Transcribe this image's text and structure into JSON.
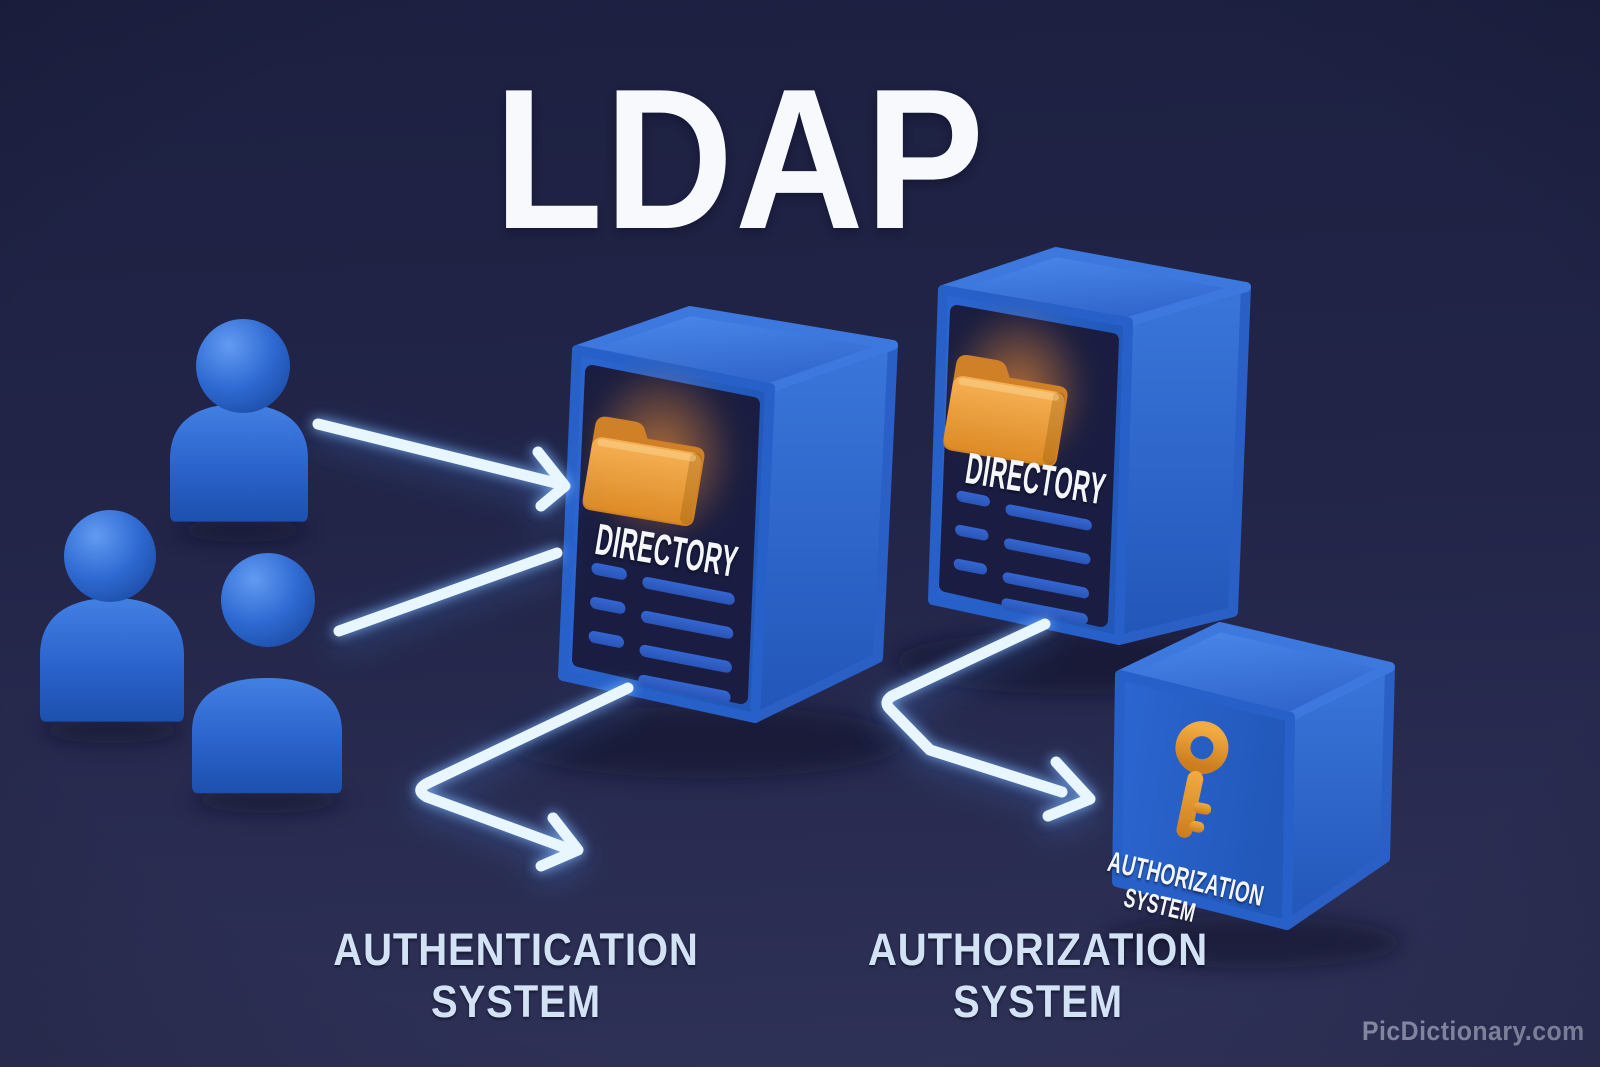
{
  "title": "LDAP",
  "users": {
    "icon": "person-icon",
    "count": 3
  },
  "servers": [
    {
      "label": "DIRECTORY",
      "icon": "folder-icon"
    },
    {
      "label": "DIRECTORY",
      "icon": "folder-icon"
    }
  ],
  "authorization_box": {
    "icon": "key-icon",
    "label_line1": "AUTHORIZATION",
    "label_line2": "SYSTEM"
  },
  "captions": {
    "authentication_system": {
      "line1": "AUTHENTICATION",
      "line2": "SYSTEM"
    },
    "authorization_system": {
      "line1": "AUTHORIZATION",
      "line2": "SYSTEM"
    }
  },
  "watermark": "PicDictionary.com",
  "colors": {
    "background_top": "#1d2041",
    "background_bottom": "#2f3257",
    "box_blue_front": "#2a62c9",
    "box_blue_top": "#4080e4",
    "panel_navy": "#1a1d41",
    "folder_orange": "#e89a35",
    "key_orange": "#e09a33",
    "arrow_glow": "#e7f6ff",
    "caption_text": "#d3e2f5",
    "title_text": "#f8f9fc",
    "watermark_text": "#a6aac2"
  }
}
